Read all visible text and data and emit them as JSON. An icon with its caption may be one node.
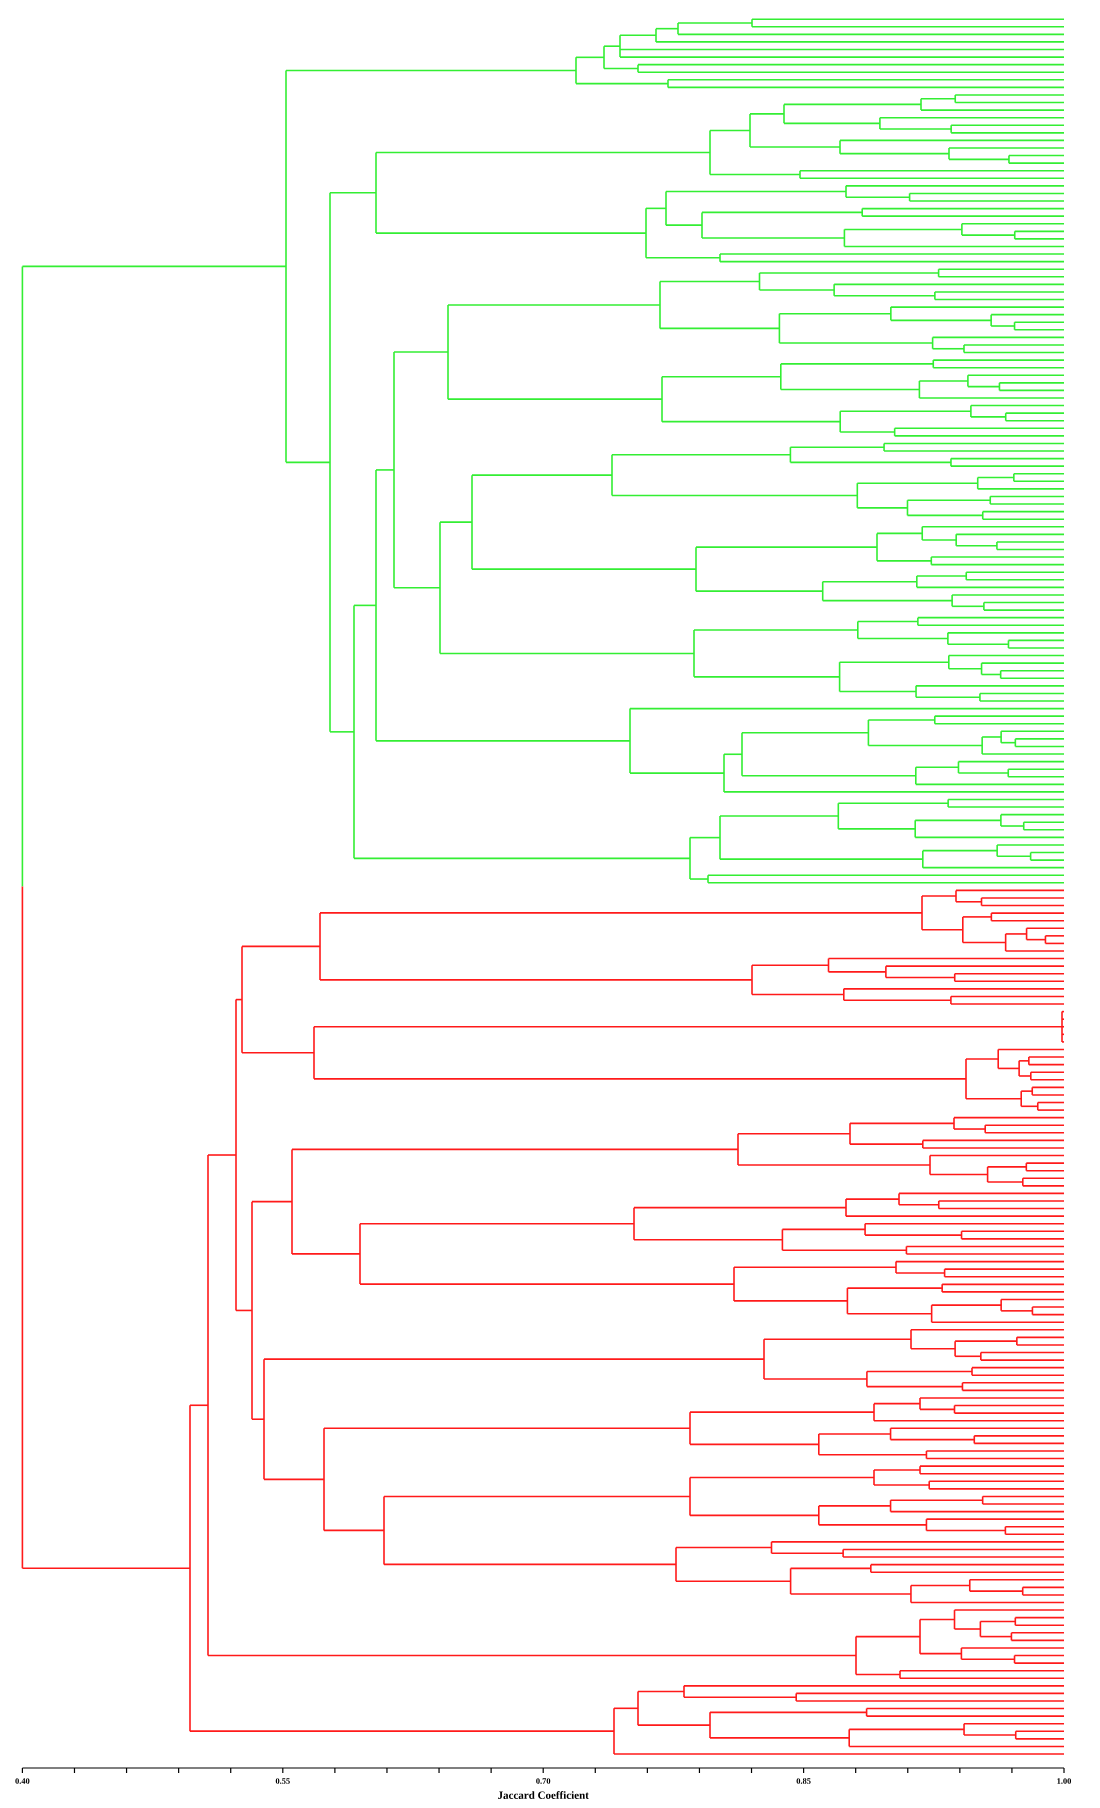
{
  "diagram": {
    "labels": [
      "0.40",
      "0.55",
      "0.70",
      "0.85",
      "1.00",
      "Jaccard Coefficient"
    ]
  }
}
